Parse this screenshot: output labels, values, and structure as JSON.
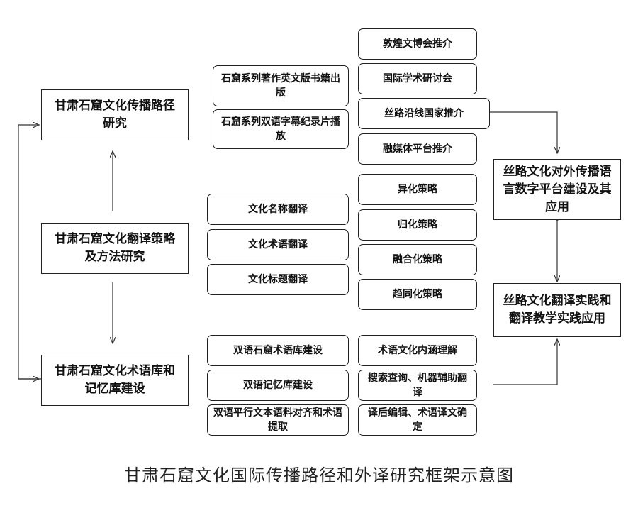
{
  "main_boxes": {
    "communication_path": "甘肃石窟文化传播路径研究",
    "translation_strategy": "甘肃石窟文化翻译策略及方法研究",
    "term_memory_db": "甘肃石窟文化术语库和记忆库建设",
    "digital_platform": "丝路文化对外传播语言数字平台建设及其应用",
    "practice_teaching": "丝路文化翻译实践和翻译教学实践应用"
  },
  "publication_items": [
    "石窟系列著作英文版书籍出版",
    "石窟系列双语字幕纪录片播放"
  ],
  "promotion_items": [
    "敦煌文博会推介",
    "国际学术研讨会",
    "丝路沿线国家推介",
    "融媒体平台推介"
  ],
  "translation_object_items": [
    "文化名称翻译",
    "文化术语翻译",
    "文化标题翻译"
  ],
  "strategy_items": [
    "异化策略",
    "归化策略",
    "融合化策略",
    "趋同化策略"
  ],
  "database_items": [
    "双语石窟术语库建设",
    "双语记忆库建设",
    "双语平行文本语料对齐和术语提取"
  ],
  "process_items": [
    "术语文化内涵理解",
    "搜索查询、机器辅助翻译",
    "译后编辑、术语译文确定"
  ],
  "caption": "甘肃石窟文化国际传播路径和外译研究框架示意图"
}
